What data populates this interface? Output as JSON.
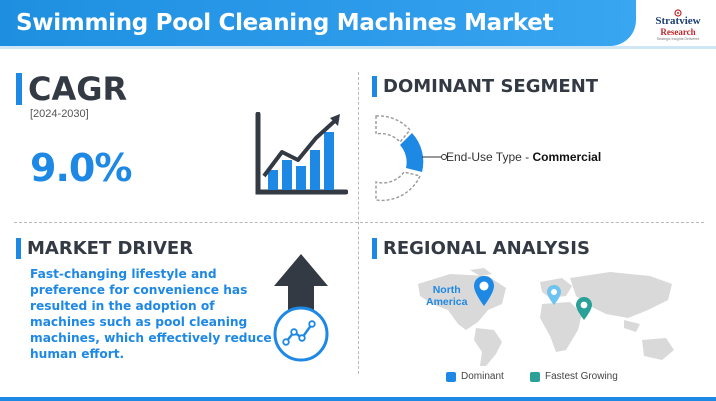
{
  "header": {
    "title": "Swimming Pool Cleaning Machines Market"
  },
  "logo": {
    "line1": "Stratview",
    "line2": "Research",
    "line3": "Strategic Insights Delivered"
  },
  "cagr": {
    "title": "CAGR",
    "period": "[2024-2030]",
    "value": "9.0%"
  },
  "dominant_segment": {
    "title": "DOMINANT SEGMENT",
    "label_prefix": "End-Use Type - ",
    "label_value": "Commercial"
  },
  "market_driver": {
    "title": "MARKET DRIVER",
    "text": "Fast-changing lifestyle and preference for convenience has resulted in the adoption of machines such as pool cleaning machines, which effectively reduce human effort."
  },
  "regional_analysis": {
    "title": "REGIONAL ANALYSIS",
    "highlight_line1": "North",
    "highlight_line2": "America",
    "legend": {
      "dominant": "Dominant",
      "fastest": "Fastest Growing"
    }
  },
  "colors": {
    "accent": "#1e88e5",
    "teal": "#2aa198",
    "dark": "#333a44"
  }
}
